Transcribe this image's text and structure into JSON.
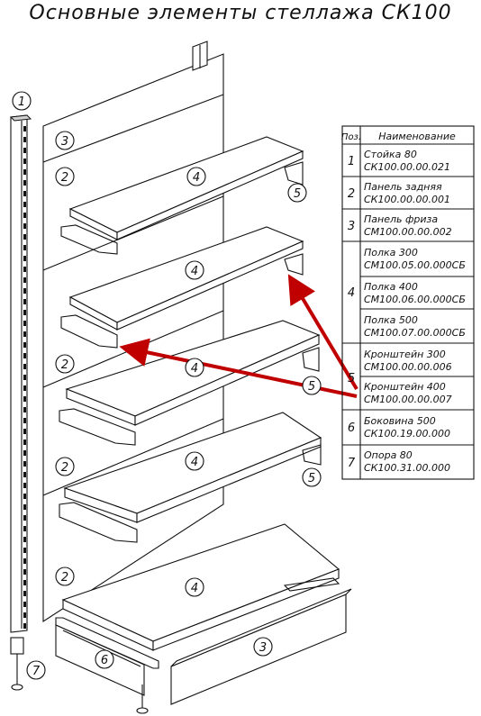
{
  "title": "Основные элементы стеллажа СК100",
  "callouts": {
    "c1": "1",
    "c2a": "2",
    "c2b": "2",
    "c2c": "2",
    "c2d": "2",
    "c3a": "3",
    "c3b": "3",
    "c4a": "4",
    "c4b": "4",
    "c4c": "4",
    "c4d": "4",
    "c4e": "4",
    "c5a": "5",
    "c5b": "5",
    "c5c": "5",
    "c6": "6",
    "c7": "7"
  },
  "table": {
    "header_pos": "Поз.",
    "header_name": "Наименование",
    "rows": [
      {
        "pos": "1",
        "name": "Стойка 80",
        "code": "СК100.00.00.021"
      },
      {
        "pos": "2",
        "name": "Панель задняя",
        "code": "СК100.00.00.001"
      },
      {
        "pos": "3",
        "name": "Панель фриза",
        "code": "СМ100.00.00.002"
      },
      {
        "pos": "4",
        "name": "Полка 300",
        "code": "СМ100.05.00.000СБ"
      },
      {
        "pos": "",
        "name": "Полка 400",
        "code": "СМ100.06.00.000СБ"
      },
      {
        "pos": "",
        "name": "Полка 500",
        "code": "СМ100.07.00.000СБ"
      },
      {
        "pos": "5",
        "name": "Кронштейн 300",
        "code": "СМ100.00.00.006"
      },
      {
        "pos": "",
        "name": "Кронштейн 400",
        "code": "СМ100.00.00.007"
      },
      {
        "pos": "6",
        "name": "Боковина 500",
        "code": "СК100.19.00.000"
      },
      {
        "pos": "7",
        "name": "Опора 80",
        "code": "СК100.31.00.000"
      }
    ]
  },
  "colors": {
    "arrow": "#c00000",
    "line": "#111111"
  }
}
